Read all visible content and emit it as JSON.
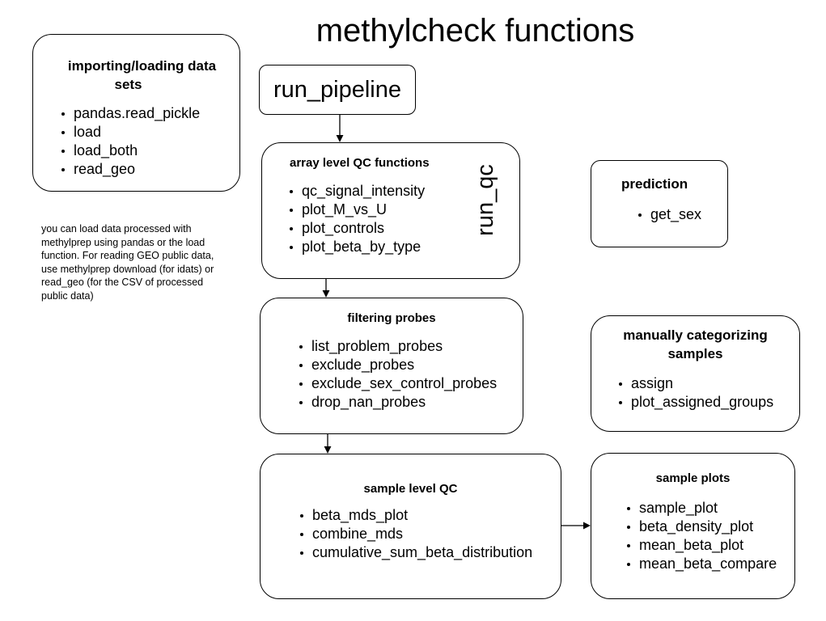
{
  "title": "methylcheck functions",
  "import_box": {
    "title_line1": "importing/loading data",
    "title_line2": "sets",
    "items": [
      "pandas.read_pickle",
      "load",
      "load_both",
      "read_geo"
    ]
  },
  "note": "you can load data processed with methylprep using pandas or the load function. For reading GEO public data, use methylprep download (for idats) or read_geo (for the CSV of processed public data)",
  "pipeline_box": {
    "label": "run_pipeline"
  },
  "array_qc_box": {
    "title": "array level QC functions",
    "side_label": "run_qc",
    "items": [
      "qc_signal_intensity",
      "plot_M_vs_U",
      "plot_controls",
      "plot_beta_by_type"
    ]
  },
  "prediction_box": {
    "title": "prediction",
    "items": [
      "get_sex"
    ]
  },
  "filtering_box": {
    "title": "filtering probes",
    "items": [
      "list_problem_probes",
      "exclude_probes",
      "exclude_sex_control_probes",
      "drop_nan_probes"
    ]
  },
  "categorizing_box": {
    "title_line1": "manually categorizing",
    "title_line2": "samples",
    "items": [
      "assign",
      "plot_assigned_groups"
    ]
  },
  "sample_qc_box": {
    "title": "sample level QC",
    "items": [
      "beta_mds_plot",
      "combine_mds",
      "cumulative_sum_beta_distribution"
    ]
  },
  "sample_plots_box": {
    "title": "sample plots",
    "items": [
      "sample_plot",
      "beta_density_plot",
      "mean_beta_plot",
      "mean_beta_compare"
    ]
  }
}
